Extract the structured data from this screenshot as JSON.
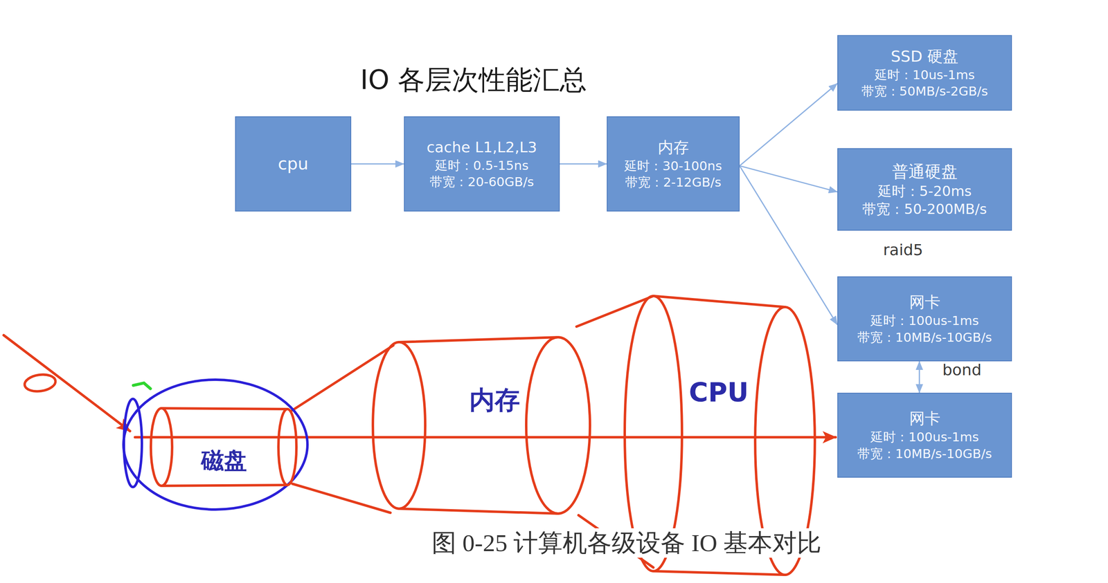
{
  "diagram": {
    "title": "IO 各层次性能汇总",
    "caption": "图 0-25 计算机各级设备 IO 基本对比",
    "nodes": [
      {
        "text": [
          "cpu"
        ]
      },
      {
        "text": [
          "cache L1,L2,L3",
          "延时：0.5-15ns",
          "带宽：20-60GB/s"
        ]
      },
      {
        "text": [
          "内存",
          "延时：30-100ns",
          "带宽：2-12GB/s"
        ]
      },
      {
        "text": [
          "SSD 硬盘",
          "延时：10us-1ms",
          "带宽：50MB/s-2GB/s"
        ]
      },
      {
        "text": [
          "普通硬盘",
          "延时：5-20ms",
          "带宽：50-200MB/s"
        ]
      },
      {
        "text": [
          "网卡",
          "延时：100us-1ms",
          "带宽：10MB/s-10GB/s"
        ]
      },
      {
        "text": [
          "网卡",
          "延时：100us-1ms",
          "带宽：10MB/s-10GB/s"
        ]
      },
      {
        "text": [
          "磁盘"
        ]
      },
      {
        "text": [
          "内存"
        ]
      },
      {
        "text": [
          "CPU"
        ]
      }
    ],
    "edges": [
      {
        "from": 0,
        "to": 1,
        "arrow": "to"
      },
      {
        "from": 1,
        "to": 2,
        "arrow": "to"
      },
      {
        "from": 2,
        "to": 3,
        "arrow": "to"
      },
      {
        "from": 2,
        "to": 4,
        "arrow": "to"
      },
      {
        "from": 2,
        "to": 5,
        "arrow": "to"
      },
      {
        "from": 5,
        "to": 6,
        "arrow": "both"
      }
    ],
    "labels": [
      "raid5",
      "bond"
    ]
  }
}
